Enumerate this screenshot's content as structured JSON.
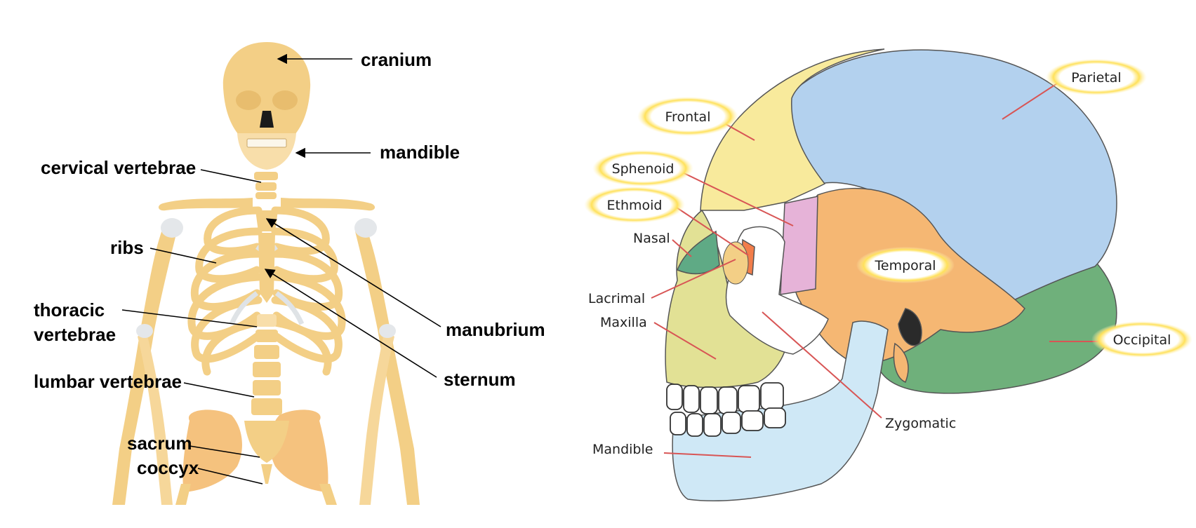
{
  "skeleton": {
    "labels": {
      "cranium": "cranium",
      "mandible": "mandible",
      "cervical_vertebrae": "cervical vertebrae",
      "ribs": "ribs",
      "thoracic_line1": "thoracic",
      "thoracic_line2": "vertebrae",
      "lumbar_vertebrae": "lumbar vertebrae",
      "sacrum": "sacrum",
      "coccyx": "coccyx",
      "manubrium": "manubrium",
      "sternum": "sternum"
    }
  },
  "skull": {
    "highlighted": {
      "frontal": "Frontal",
      "sphenoid": "Sphenoid",
      "ethmoid": "Ethmoid",
      "temporal": "Temporal",
      "parietal": "Parietal",
      "occipital": "Occipital"
    },
    "plain": {
      "nasal": "Nasal",
      "lacrimal": "Lacrimal",
      "maxilla": "Maxilla",
      "zygomatic": "Zygomatic",
      "mandible": "Mandible"
    }
  },
  "colors": {
    "bone": "#f3cf86",
    "bone_light": "#f8deaa",
    "parietal": "#b3d1ee",
    "frontal": "#f8ea9c",
    "temporal": "#f5b773",
    "occipital": "#6fb07b",
    "mandible": "#cfe8f6",
    "sphenoid": "#e6b3d8",
    "maxilla": "#e2e195",
    "nasal": "#5faa85",
    "highlight": "#ffd21c",
    "leader": "#d85555"
  }
}
